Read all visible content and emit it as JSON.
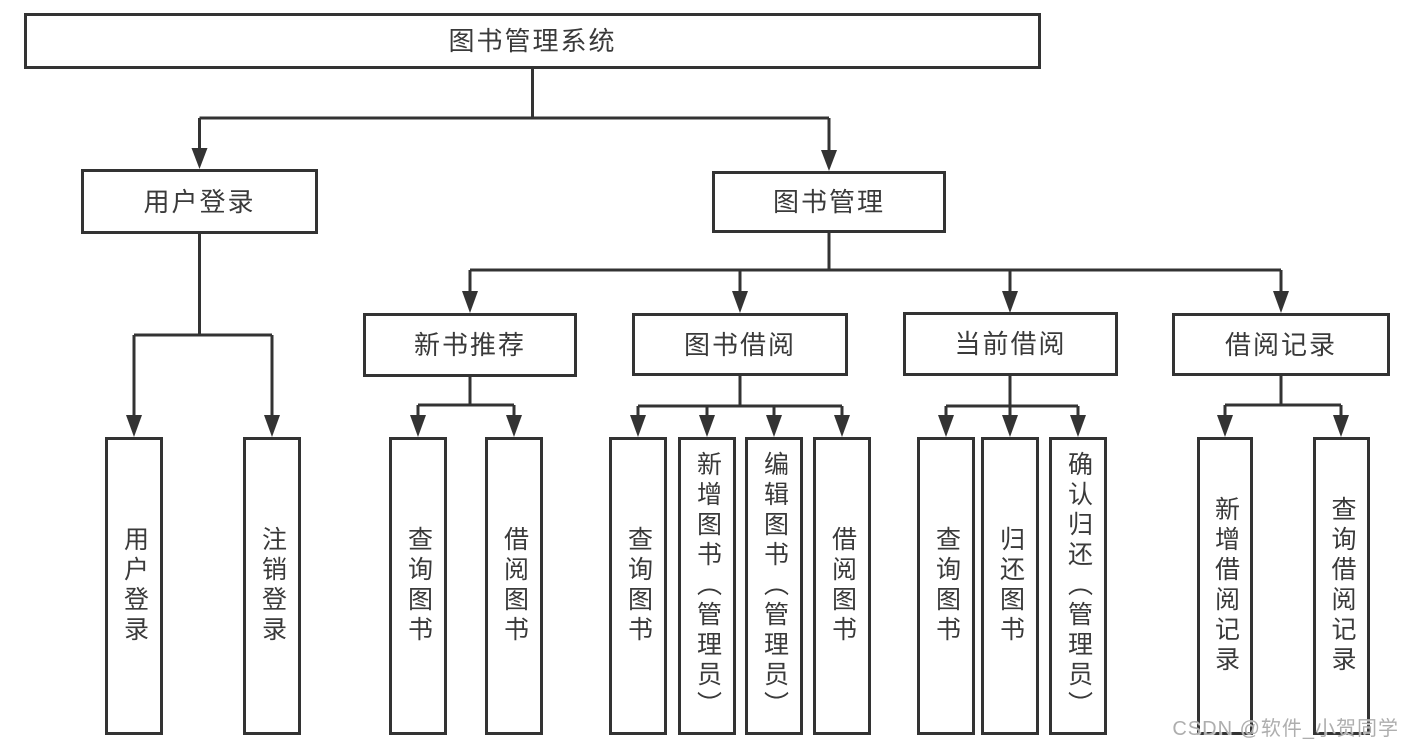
{
  "diagram": {
    "title": "图书管理系统",
    "line_color": "#333333",
    "text_color": "#3a3a3a",
    "background": "#ffffff",
    "nodes": {
      "root": "图书管理系统",
      "user_login": "用户登录",
      "book_mgmt": "图书管理",
      "new_book_rec": "新书推荐",
      "book_borrow": "图书借阅",
      "current_borrow": "当前借阅",
      "borrow_record": "借阅记录",
      "ul_login": "用户登录",
      "ul_logout": "注销登录",
      "nb_query": "查询图书",
      "nb_borrow": "借阅图书",
      "bb_query": "查询图书",
      "bb_add": "新增图书（管理员）",
      "bb_edit": "编辑图书（管理员）",
      "bb_borrow": "借阅图书",
      "cb_query": "查询图书",
      "cb_return": "归还图书",
      "cb_confirm": "确认归还（管理员）",
      "br_add": "新增借阅记录",
      "br_query": "查询借阅记录"
    },
    "hierarchy": {
      "root": [
        "user_login",
        "book_mgmt"
      ],
      "user_login": [
        "ul_login",
        "ul_logout"
      ],
      "book_mgmt": [
        "new_book_rec",
        "book_borrow",
        "current_borrow",
        "borrow_record"
      ],
      "new_book_rec": [
        "nb_query",
        "nb_borrow"
      ],
      "book_borrow": [
        "bb_query",
        "bb_add",
        "bb_edit",
        "bb_borrow"
      ],
      "current_borrow": [
        "cb_query",
        "cb_return",
        "cb_confirm"
      ],
      "borrow_record": [
        "br_add",
        "br_query"
      ]
    }
  },
  "watermark": "CSDN @软件_小贺同学"
}
